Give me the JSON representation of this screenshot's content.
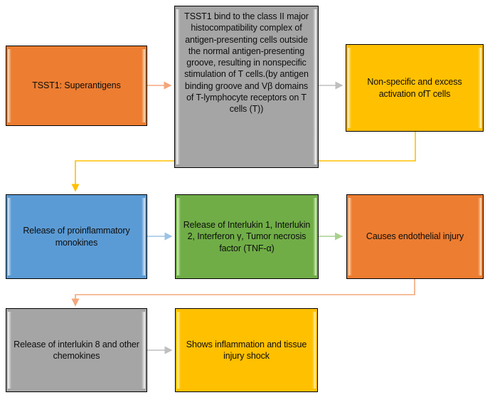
{
  "diagram": {
    "title": "TSST1 superantigen pathogenesis flowchart",
    "colors": {
      "orange": "#ED7D31",
      "gray": "#A5A5A5",
      "yellow": "#FFC000",
      "blue": "#5B9BD5",
      "green": "#70AD47",
      "border": "#000000",
      "background": "#FFFFFF"
    },
    "nodes": [
      {
        "id": "tsst1-superantigens",
        "label": "TSST1: Superantigens",
        "color": "orange",
        "row": 1
      },
      {
        "id": "mhc-binding",
        "label": "TSST1 bind to the class II major histocompatibility complex of antigen-presenting cells outside the normal antigen-presenting groove, resulting in nonspecific stimulation of T cells.(by antigen binding groove and Vβ domains of T-lymphocyte receptors on T cells (T))",
        "color": "gray",
        "row": 1
      },
      {
        "id": "nonspecific-activation",
        "label": "Non-specific and excess activation  ofT cells",
        "color": "yellow",
        "row": 1
      },
      {
        "id": "release-monokines",
        "label": "Release of proinflammatory monokines",
        "color": "blue",
        "row": 2
      },
      {
        "id": "release-cytokines",
        "label": "Release of Interlukin 1, Interlukin 2, Interferon γ, Tumor necrosis factor (TNF-α)",
        "color": "green",
        "row": 2
      },
      {
        "id": "endothelial-injury",
        "label": "Causes endothelial injury",
        "color": "orange",
        "row": 2
      },
      {
        "id": "release-il8",
        "label": "Release of interlukin 8 and other chemokines",
        "color": "gray",
        "row": 3
      },
      {
        "id": "inflammation-shock",
        "label": "Shows inflammation and tissue injury shock",
        "color": "yellow",
        "row": 3
      }
    ],
    "connectors": [
      {
        "id": "arrow-tsst1-to-mhc",
        "from": "tsst1-superantigens",
        "to": "mhc-binding",
        "color": "#F4A77B",
        "shape": "straight-right"
      },
      {
        "id": "arrow-mhc-to-activation",
        "from": "mhc-binding",
        "to": "nonspecific-activation",
        "color": "#BFBFBF",
        "shape": "straight-right"
      },
      {
        "id": "arrow-activation-to-monokines",
        "from": "nonspecific-activation",
        "to": "release-monokines",
        "color": "#FFC000",
        "shape": "elbow-down-left-down"
      },
      {
        "id": "arrow-monokines-to-cytokines",
        "from": "release-monokines",
        "to": "release-cytokines",
        "color": "#9DC3E6",
        "shape": "straight-right"
      },
      {
        "id": "arrow-cytokines-to-injury",
        "from": "release-cytokines",
        "to": "endothelial-injury",
        "color": "#A9D18E",
        "shape": "straight-right"
      },
      {
        "id": "arrow-injury-to-il8",
        "from": "endothelial-injury",
        "to": "release-il8",
        "color": "#F4A77B",
        "shape": "elbow-down-left-down"
      },
      {
        "id": "arrow-il8-to-shock",
        "from": "release-il8",
        "to": "inflammation-shock",
        "color": "#BFBFBF",
        "shape": "straight-right"
      }
    ]
  }
}
